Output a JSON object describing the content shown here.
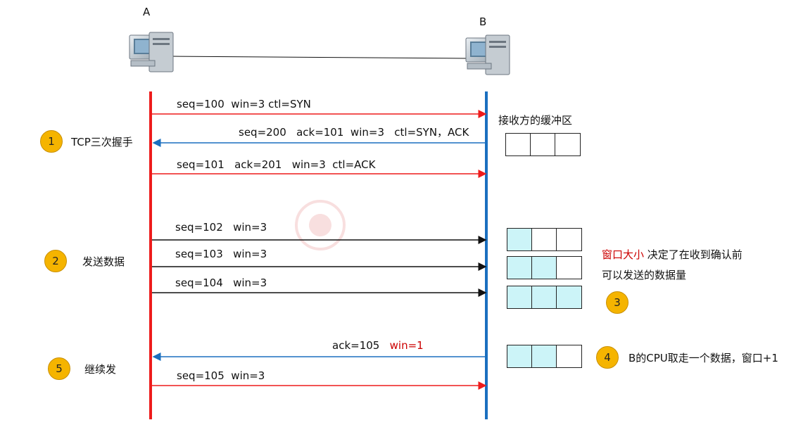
{
  "hosts": {
    "a_label": "A",
    "b_label": "B"
  },
  "colors": {
    "red_line": "#ee1c1c",
    "blue_line": "#1a6fbf",
    "accent_red": "#cc0000",
    "badge": "#f5b400",
    "buffer_fill": "#ccf4f8"
  },
  "icons": {
    "host_a": "computer-icon",
    "host_b": "computer-icon"
  },
  "steps": [
    {
      "number": "1",
      "label": "TCP三次握手"
    },
    {
      "number": "2",
      "label": "发送数据"
    },
    {
      "number": "3",
      "label": ""
    },
    {
      "number": "4",
      "label": "B的CPU取走一个数据，窗口+1"
    },
    {
      "number": "5",
      "label": "继续发"
    }
  ],
  "messages": {
    "m1": "seq=100  win=3 ctl=SYN",
    "m2": "seq=200   ack=101  win=3   ctl=SYN，ACK",
    "m3": "seq=101   ack=201   win=3  ctl=ACK",
    "m4": "seq=102   win=3",
    "m5": "seq=103   win=3",
    "m6": "seq=104   win=3",
    "m7_prefix": "ack=105",
    "m7_highlight": "win=1",
    "m8": "seq=105  win=3"
  },
  "buffer": {
    "title": "接收方的缓冲区",
    "states": [
      {
        "filled": [
          false,
          false,
          false
        ]
      },
      {
        "filled": [
          true,
          false,
          false
        ]
      },
      {
        "filled": [
          true,
          true,
          false
        ]
      },
      {
        "filled": [
          true,
          true,
          true
        ]
      },
      {
        "filled": [
          true,
          true,
          false
        ]
      }
    ]
  },
  "window_note": {
    "highlight": "窗口大小",
    "line1_rest": " 决定了在收到确认前",
    "line2": "可以发送的数据量"
  }
}
